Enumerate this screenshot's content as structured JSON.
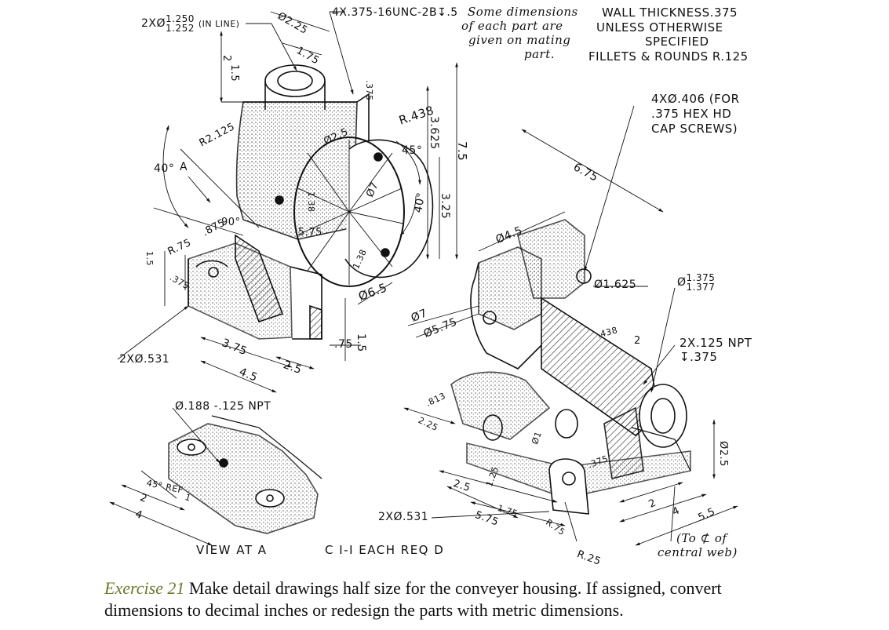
{
  "notes": {
    "thread_note": "4X.375-16UNC-2B↧.5",
    "mating_note": [
      "Some dimensions",
      "of each part are",
      "given on mating",
      "part."
    ],
    "general_note": [
      "WALL THICKNESS.375",
      "UNLESS OTHERWISE",
      "SPECIFIED",
      "FILLETS & ROUNDS R.125"
    ],
    "cap_screws": [
      "4XØ.406 (FOR",
      ".375 HEX HD",
      "CAP SCREWS)"
    ]
  },
  "dims": {
    "bore_prefix": "2XØ",
    "bore_upper": "1.250",
    "bore_lower": "1.252",
    "bore_suffix": "(IN LINE)",
    "d2_25": "Ø2.25",
    "d1_75": "1.75",
    "d1_5a": "1.5",
    "d2_a": "2",
    "d375_top": ".375",
    "r438": "R.438",
    "d2_5": "Ø2.5",
    "d45": "45°",
    "d3_625": "3.625",
    "d7_5": "7.5",
    "d3_25": "3.25",
    "d40b": "40°",
    "r2_125": "R2.125",
    "d40a": "40°",
    "view_a_letter": "A",
    "d1_38a": "1.38",
    "d90": "90°",
    "d875": ".875",
    "d5_75": "5.75",
    "d7": "Ø7",
    "d1_38b": "1.38",
    "r75": "R.75",
    "d1_5b": "1.5",
    "d375_left": ".375",
    "d6_5": "Ø6.5",
    "d3_75": "3.75",
    "d75": ".75",
    "d1_5c": "1.5",
    "d2_5b": "2.5",
    "d4_5": "4.5",
    "two_holes_left": "2XØ.531",
    "d4_5b": "Ø4.5",
    "d6_75": "6.75",
    "d1_625": "Ø1.625",
    "fit_prefix": "Ø",
    "fit_upper": "1.375",
    "fit_lower": "1.377",
    "d7b": "Ø7",
    "d5_75b": "Ø5.75",
    "d438": ".438",
    "d2b": "2",
    "npt_2x": "2X.125 NPT",
    "npt_depth": "↧.375",
    "d813": ".813",
    "d2_25b": "2.25",
    "d1": "Ø1",
    "d375c": ".375",
    "d2_5c": "Ø2.5",
    "d2_5d": "2.5",
    "d1_25": "1.25",
    "d1_75b": "1.75",
    "d5_75c": "5.75",
    "r75b": "R.75",
    "d2c": "2",
    "d4": "4",
    "d5_5": "5.5",
    "two_holes_right": "2XØ.531",
    "r25": "R.25",
    "central_web": [
      "(To ⊄ of",
      "central web)"
    ],
    "npt_188": "Ø.188 -.125 NPT",
    "d45ref": "45° REF",
    "d1c": "1",
    "d2d": "2",
    "d4b": "4"
  },
  "labels": {
    "view_at_a": "VIEW AT A",
    "c1_1": "C I-I EACH REQ D"
  },
  "caption": {
    "exercise": "Exercise 21",
    "text": " Make detail drawings half size for the conveyer housing. If assigned, convert dimensions to decimal inches or redesign the parts with metric dimensions."
  }
}
